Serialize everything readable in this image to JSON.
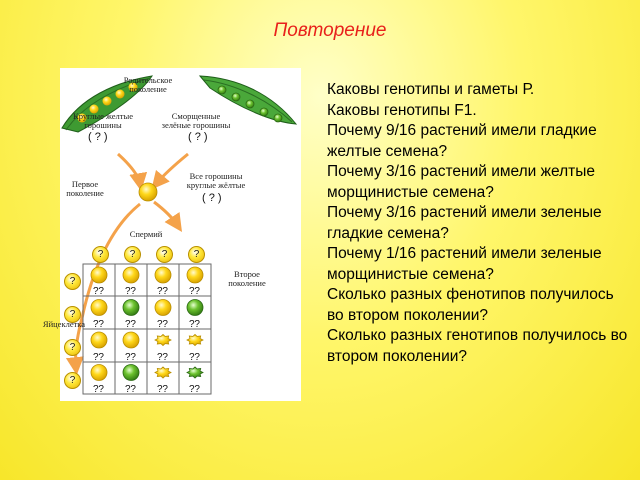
{
  "title": "Повторение",
  "diagram": {
    "parent_label": "Родительское\nпоколение",
    "round_yellow_label": "Круглые желтые\nгорошины",
    "wrinkled_green_label": "Сморщенные\nзелёные горошины",
    "first_gen_label": "Первое\nпоколение",
    "first_gen_desc": "Все горошины\nкруглые жёлтые",
    "sperm_label": "Спермий",
    "second_gen_label": "Второе\nпоколение",
    "egg_label": "Яйцеклетка",
    "unknown_mark": "( ? )",
    "gamete_mark": "?",
    "cell_genotype": "??",
    "grid": [
      [
        "yellow",
        "yellow",
        "yellow",
        "yellow"
      ],
      [
        "yellow",
        "green",
        "yellow",
        "green"
      ],
      [
        "yellow",
        "yellow",
        "wrinkled-yellow",
        "wrinkled-yellow"
      ],
      [
        "yellow",
        "green",
        "wrinkled-yellow",
        "wrinkled-green"
      ]
    ]
  },
  "questions": [
    "Каковы генотипы и гаметы Р.",
    "Каковы генотипы F1.",
    "Почему 9/16 растений имели гладкие желтые семена?",
    "Почему 3/16 растений имели желтые морщинистые семена?",
    "Почему 3/16 растений имели зеленые гладкие семена?",
    "Почему 1/16 растений имели зеленые морщинистые семена?",
    "Сколько разных фенотипов получилось во втором поколении?",
    "Сколько разных генотипов получилось во втором поколении?"
  ],
  "colors": {
    "title": "#e8211b",
    "yellow_pea": "#f2c400",
    "green_pea": "#5fb52a",
    "pod": "#3e9a32",
    "arrow": "#f4a24a"
  }
}
